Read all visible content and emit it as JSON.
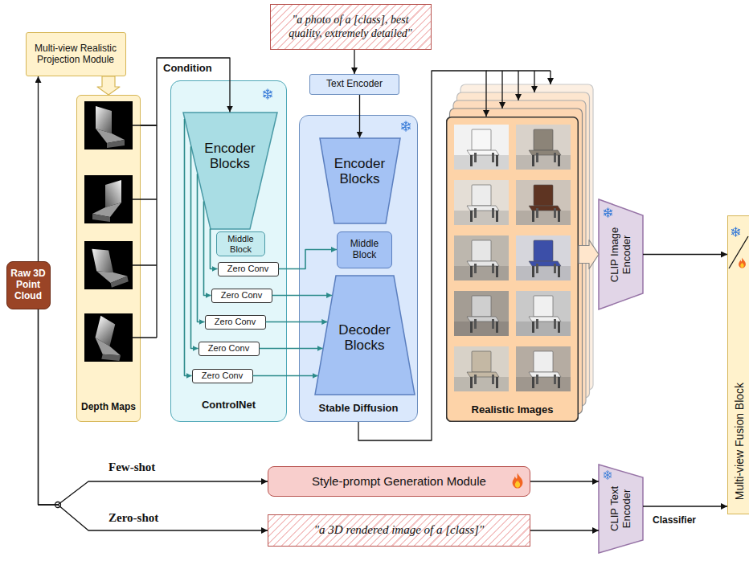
{
  "diagram": {
    "nodes": [
      {
        "text": [
          "\"a photo of a [class], best quality, extremely detailed\""
        ]
      },
      {
        "text": [
          "Multi-view Realistic Projection Module"
        ]
      },
      {
        "text": [
          "Depth Maps"
        ]
      },
      {
        "text": [
          "ControlNet"
        ]
      },
      {
        "text": [
          "Encoder Blocks"
        ],
        "in": 3
      },
      {
        "text": [
          "Middle Block"
        ],
        "in": 3
      },
      {
        "text": [
          "Zero Conv"
        ],
        "in": 3
      },
      {
        "text": [
          "Zero Conv"
        ],
        "in": 3
      },
      {
        "text": [
          "Zero Conv"
        ],
        "in": 3
      },
      {
        "text": [
          "Zero Conv"
        ],
        "in": 3
      },
      {
        "text": [
          "Zero Conv"
        ],
        "in": 3
      },
      {
        "text": [
          "Text Encoder"
        ]
      },
      {
        "text": [
          "Stable Diffusion"
        ]
      },
      {
        "text": [
          "Encoder Blocks"
        ],
        "in": 12
      },
      {
        "text": [
          "Middle Block"
        ],
        "in": 12
      },
      {
        "text": [
          "Decoder Blocks"
        ],
        "in": 12
      },
      {
        "text": [
          "Realistic Images"
        ]
      },
      {
        "text": [
          "CLIP Image Encoder"
        ]
      },
      {
        "text": [
          "Multi-view Fusion Block"
        ]
      },
      {
        "text": [
          "Raw 3D Point Cloud"
        ]
      },
      {
        "text": [
          "Style-prompt Generation Module"
        ]
      },
      {
        "text": [
          "\"a 3D rendered image of a [class]\""
        ]
      },
      {
        "text": [
          "CLIP Text Encoder"
        ]
      }
    ],
    "edges": [
      {
        "from": 19,
        "to": 1,
        "arrow": "to"
      },
      {
        "from": 1,
        "to": 2,
        "arrow": "to"
      },
      {
        "from": 2,
        "to": 4,
        "label": "Condition",
        "arrow": "to"
      },
      {
        "from": 0,
        "to": 11,
        "arrow": "to"
      },
      {
        "from": 11,
        "to": 13,
        "arrow": "to"
      },
      {
        "from": 4,
        "to": 6,
        "arrow": "to"
      },
      {
        "from": 4,
        "to": 7,
        "arrow": "to"
      },
      {
        "from": 4,
        "to": 8,
        "arrow": "to"
      },
      {
        "from": 4,
        "to": 9,
        "arrow": "to"
      },
      {
        "from": 4,
        "to": 10,
        "arrow": "to"
      },
      {
        "from": 6,
        "to": 14,
        "arrow": "to"
      },
      {
        "from": 7,
        "to": 15,
        "arrow": "to"
      },
      {
        "from": 8,
        "to": 15,
        "arrow": "to"
      },
      {
        "from": 9,
        "to": 15,
        "arrow": "to"
      },
      {
        "from": 10,
        "to": 15,
        "arrow": "to"
      },
      {
        "from": 12,
        "to": 16,
        "arrow": "to"
      },
      {
        "from": 16,
        "to": 17,
        "arrow": "to"
      },
      {
        "from": 17,
        "to": 18,
        "arrow": "to"
      },
      {
        "from": 19,
        "to": 20,
        "label": "Few-shot",
        "arrow": "to"
      },
      {
        "from": 19,
        "to": 21,
        "label": "Zero-shot",
        "arrow": "to"
      },
      {
        "from": 20,
        "to": 22,
        "arrow": "to"
      },
      {
        "from": 21,
        "to": 22,
        "arrow": "to"
      },
      {
        "from": 22,
        "to": 18,
        "label": "Classifier",
        "arrow": "to"
      }
    ]
  }
}
